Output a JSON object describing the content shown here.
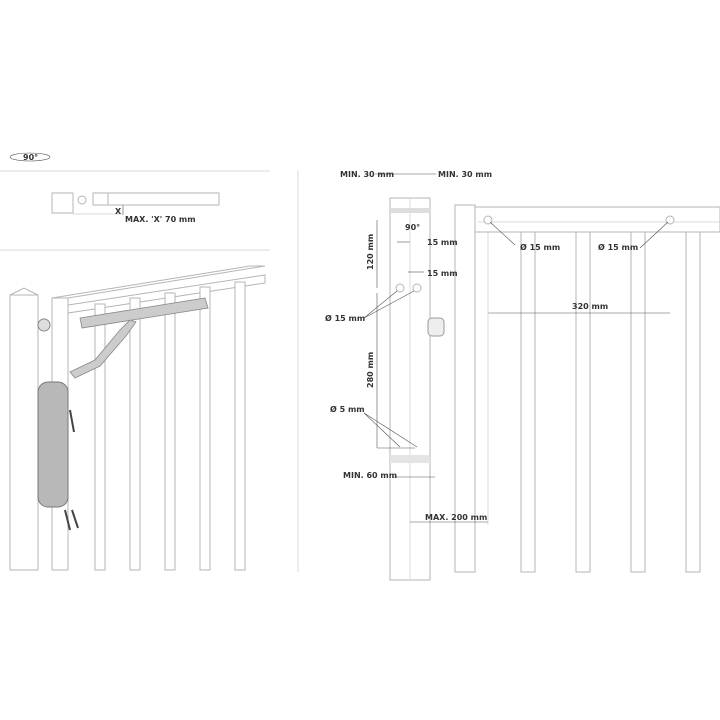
{
  "left_panel": {
    "rotation_label": "90°",
    "detail_label": "MAX. 'X' 70 mm",
    "x_marker": "X"
  },
  "right_panel": {
    "min_left": "MIN. 30 mm",
    "min_right": "MIN. 30 mm",
    "angle": "90°",
    "dim_15_top": "15 mm",
    "dim_15_mid": "15 mm",
    "dim_120": "120 mm",
    "hole_post": "Ø 15 mm",
    "hole_rail_left": "Ø 15 mm",
    "hole_rail_right": "Ø 15 mm",
    "dim_320": "320 mm",
    "dim_280": "280 mm",
    "hole_small": "Ø 5 mm",
    "min_60": "MIN. 60 mm",
    "max_200": "MAX. 200 mm"
  }
}
